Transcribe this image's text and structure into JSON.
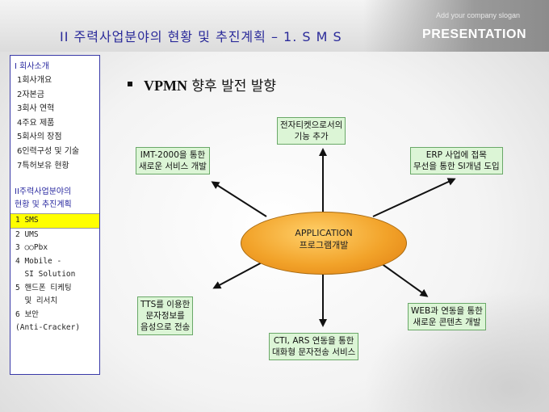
{
  "header": {
    "title": "II 주력사업분야의 현황 및 추진계획 – 1. S M S",
    "slogan": "Add your company slogan",
    "brand": "PRESENTATION"
  },
  "sidebar": {
    "section1": "I 회사소개",
    "items1": [
      "1회사개요",
      "2자본금",
      "3회사 연혁",
      "4주요 제품",
      "5회사의 장점",
      "6인력구성 및 기술",
      "7특허보유 현황"
    ],
    "section2_line1": "II주력사업분야의",
    "section2_line2": "현황 및 추진계획",
    "items2": [
      "1 SMS",
      "2 UMS",
      "3 ○○Pbx",
      "4 Mobile -",
      "  SI Solution",
      "5 핸드폰 티케팅",
      "  및 리서치",
      "6 보안",
      "(Anti-Cracker)"
    ],
    "active_index": 0
  },
  "main": {
    "heading_latin": "VPMN",
    "heading_rest": " 향후 발전 발향",
    "hub": {
      "line1": "APPLICATION",
      "line2": "프로그램개발"
    },
    "boxes": {
      "top": [
        "전자티켓으로서의",
        "기능 추가"
      ],
      "top_left": [
        "IMT-2000을 통한",
        "새로운 서비스 개발"
      ],
      "top_right": [
        "ERP 사업에 접목",
        "무선을 통한 SI개념 도입"
      ],
      "bottom_left": [
        "TTS를 이용한",
        "문자정보를",
        "음성으로 전송"
      ],
      "bottom": [
        "CTI, ARS 연동을 통한",
        "대화형 문자전송 서비스"
      ],
      "bottom_right": [
        "WEB과 연동을 통한",
        "새로운 콘텐츠 개발"
      ]
    }
  },
  "colors": {
    "title": "#2b2b9a",
    "box_fill": "#dcf5d6",
    "hub": "#f2a32a",
    "active": "#ffff00"
  }
}
